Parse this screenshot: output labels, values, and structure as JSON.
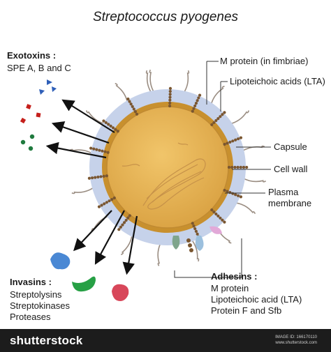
{
  "title": "Streptococcus pyogenes",
  "exotoxins": {
    "heading": "Exotoxins :",
    "line1": "SPE A, B and C"
  },
  "invasins": {
    "heading": "Invasins :",
    "items": [
      "Streptolysins",
      "Streptokinases",
      "Proteases"
    ]
  },
  "adhesins": {
    "heading": "Adhesins :",
    "items": [
      "M protein",
      "Lipoteichoic acid (LTA)",
      "Protein F and Sfb"
    ]
  },
  "labels": {
    "m_protein": "M protein (in fimbriae)",
    "lta": "Lipoteichoic acids (LTA)",
    "capsule": "Capsule",
    "cell_wall": "Cell wall",
    "plasma": "Plasma",
    "membrane": "membrane"
  },
  "footer": {
    "brand": "shutterstock",
    "image_id": "IMAGE ID: 166170110",
    "site": "www.shutterstock.com"
  },
  "colors": {
    "capsule": "#c6d2ea",
    "wall": "#c8902e",
    "cytoplasm": "#e8b350",
    "fimbriae": "#9a8d82",
    "lta_beads": "#7a5630",
    "blue": "#2f5fb8",
    "red": "#c5201c",
    "green": "#1f7a3e",
    "invasin_blue": "#4a88d4",
    "invasin_green": "#27a045",
    "invasin_red": "#d8475a"
  }
}
